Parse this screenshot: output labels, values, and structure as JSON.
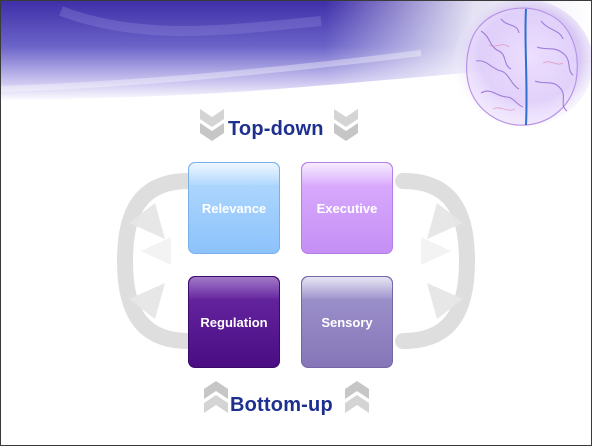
{
  "diagram": {
    "top_label": "Top-down",
    "bottom_label": "Bottom-up",
    "tiles": {
      "relevance": "Relevance",
      "executive": "Executive",
      "regulation": "Regulation",
      "sensory": "Sensory"
    },
    "colors": {
      "label": "#1d2f8f",
      "relevance": "#9cccfd",
      "executive": "#cf9cf9",
      "regulation": "#551692",
      "sensory": "#9084c4",
      "arrows": "#dcdcdc"
    }
  }
}
